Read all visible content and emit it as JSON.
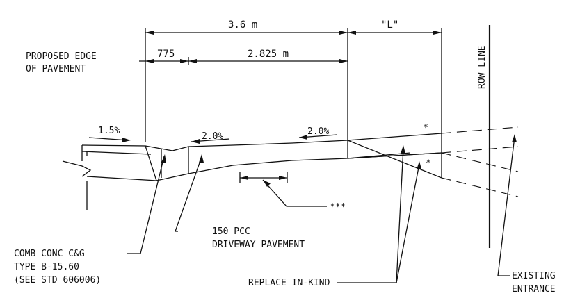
{
  "dims": {
    "overall": "3.6 m",
    "l": "\"L\"",
    "curb": "775",
    "drive": "2.825 m"
  },
  "labels": {
    "proposed_edge_1": "PROPOSED EDGE",
    "proposed_edge_2": "OF PAVEMENT",
    "row_line": "ROW LINE",
    "pcc_1": "150 PCC",
    "pcc_2": "DRIVEWAY PAVEMENT",
    "comb_1": "COMB CONC C&G",
    "comb_2": "TYPE B-15.60",
    "comb_3": "(SEE STD 606006)",
    "replace": "REPLACE IN-KIND",
    "existing_1": "EXISTING",
    "existing_2": "ENTRANCE",
    "triple_star": "***",
    "star": "*"
  },
  "slopes": {
    "left": "1.5%",
    "mid": "2.0%",
    "right": "2.0%"
  }
}
